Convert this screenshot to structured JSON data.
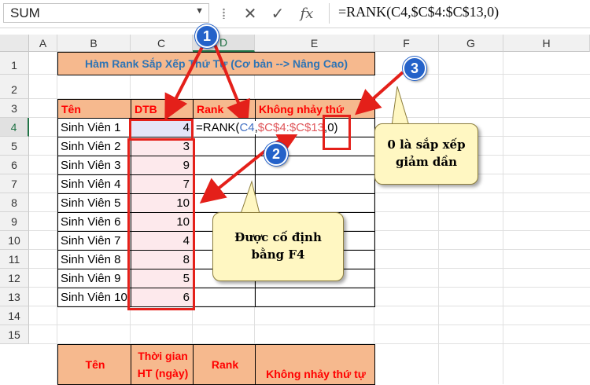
{
  "formula_bar": {
    "name_box": "SUM",
    "cancel_icon": "close-icon",
    "enter_icon": "check-icon",
    "fx_label": "fx",
    "formula": "=RANK(C4,$C$4:$C$13,0)"
  },
  "columns": [
    "A",
    "B",
    "C",
    "D",
    "E",
    "F",
    "G",
    "H"
  ],
  "rows": [
    "1",
    "2",
    "3",
    "4",
    "5",
    "6",
    "7",
    "8",
    "9",
    "10",
    "11",
    "12",
    "13",
    "14",
    "15"
  ],
  "sheet": {
    "title": "Hàm Rank Sắp Xếp Thứ Tự (Cơ bản --> Nâng Cao)",
    "headers": {
      "name": "Tên",
      "dtb": "DTB",
      "rank": "Rank",
      "no_skip": "Không nhảy thứ"
    },
    "records": [
      {
        "name": "Sinh Viên 1",
        "dtb": "4"
      },
      {
        "name": "Sinh Viên 2",
        "dtb": "3"
      },
      {
        "name": "Sinh Viên 3",
        "dtb": "9"
      },
      {
        "name": "Sinh Viên 4",
        "dtb": "7"
      },
      {
        "name": "Sinh Viên 5",
        "dtb": "10"
      },
      {
        "name": "Sinh Viên 6",
        "dtb": "10"
      },
      {
        "name": "Sinh Viên 7",
        "dtb": "4"
      },
      {
        "name": "Sinh Viên 8",
        "dtb": "8"
      },
      {
        "name": "Sinh Viên 9",
        "dtb": "5"
      },
      {
        "name": "Sinh Viên 10",
        "dtb": "6"
      }
    ],
    "edit_formula": {
      "prefix": "=RANK(",
      "ref": "C4",
      "comma": ",",
      "range": "$C$4:$C$13",
      "suffix": ",0)"
    },
    "table2_headers": {
      "name": "Tên",
      "time": "Thời gian HT (ngày)",
      "rank": "Rank",
      "no_skip": "Không nhảy thứ tự"
    }
  },
  "annotations": {
    "badge1": "1",
    "badge2": "2",
    "badge3": "3",
    "callout_fixed": "Được cố định bằng F4",
    "callout_zero": "0 là sắp xếp giảm dần"
  },
  "colors": {
    "header_fill": "#f6b98e",
    "header_text": "#ff0000",
    "title_text": "#2e74b5",
    "range_fill": "#fde9ec",
    "ref_blue": "#4472c4",
    "range_red": "#e0575b",
    "arrow_red": "#e4201a",
    "badge_blue": "#2462c9",
    "callout_fill": "#fff7c2"
  }
}
